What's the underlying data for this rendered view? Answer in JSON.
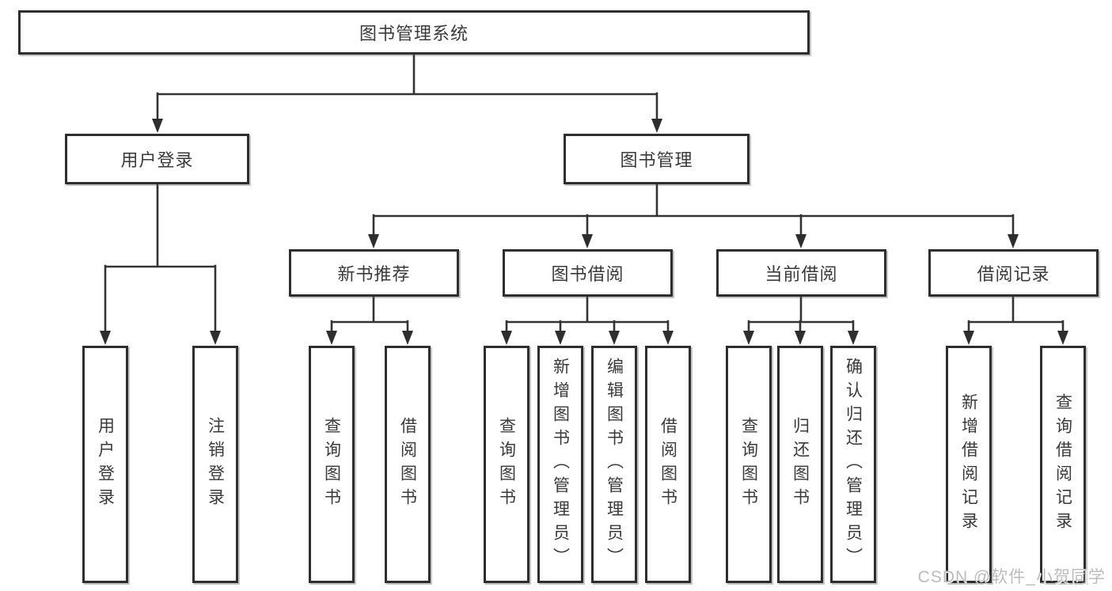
{
  "root": {
    "label": "图书管理系统"
  },
  "branches": {
    "user_login": {
      "label": "用户登录",
      "children": {
        "login": "用户登录",
        "logout": "注销登录"
      }
    },
    "book_mgmt": {
      "label": "图书管理",
      "sections": {
        "new_book_rec": {
          "label": "新书推荐",
          "children": {
            "query_books": "查询图书",
            "borrow_books": "借阅图书"
          }
        },
        "book_borrow": {
          "label": "图书借阅",
          "children": {
            "query_books": "查询图书",
            "add_books": "新增图书（管理员）",
            "edit_books": "编辑图书（管理员）",
            "borrow_books": "借阅图书"
          }
        },
        "current_borrow": {
          "label": "当前借阅",
          "children": {
            "query_books": "查询图书",
            "return_books": "归还图书",
            "confirm_return": "确认归还（管理员）"
          }
        },
        "borrow_records": {
          "label": "借阅记录",
          "children": {
            "add_record": "新增借阅记录",
            "query_record": "查询借阅记录"
          }
        }
      }
    }
  },
  "watermark": "CSDN @软件_小贺同学",
  "colors": {
    "line": "#333333",
    "box_border": "#2e2e2e",
    "text": "#3a3a3a",
    "watermark": "#bcbcbc",
    "background": "#ffffff"
  }
}
